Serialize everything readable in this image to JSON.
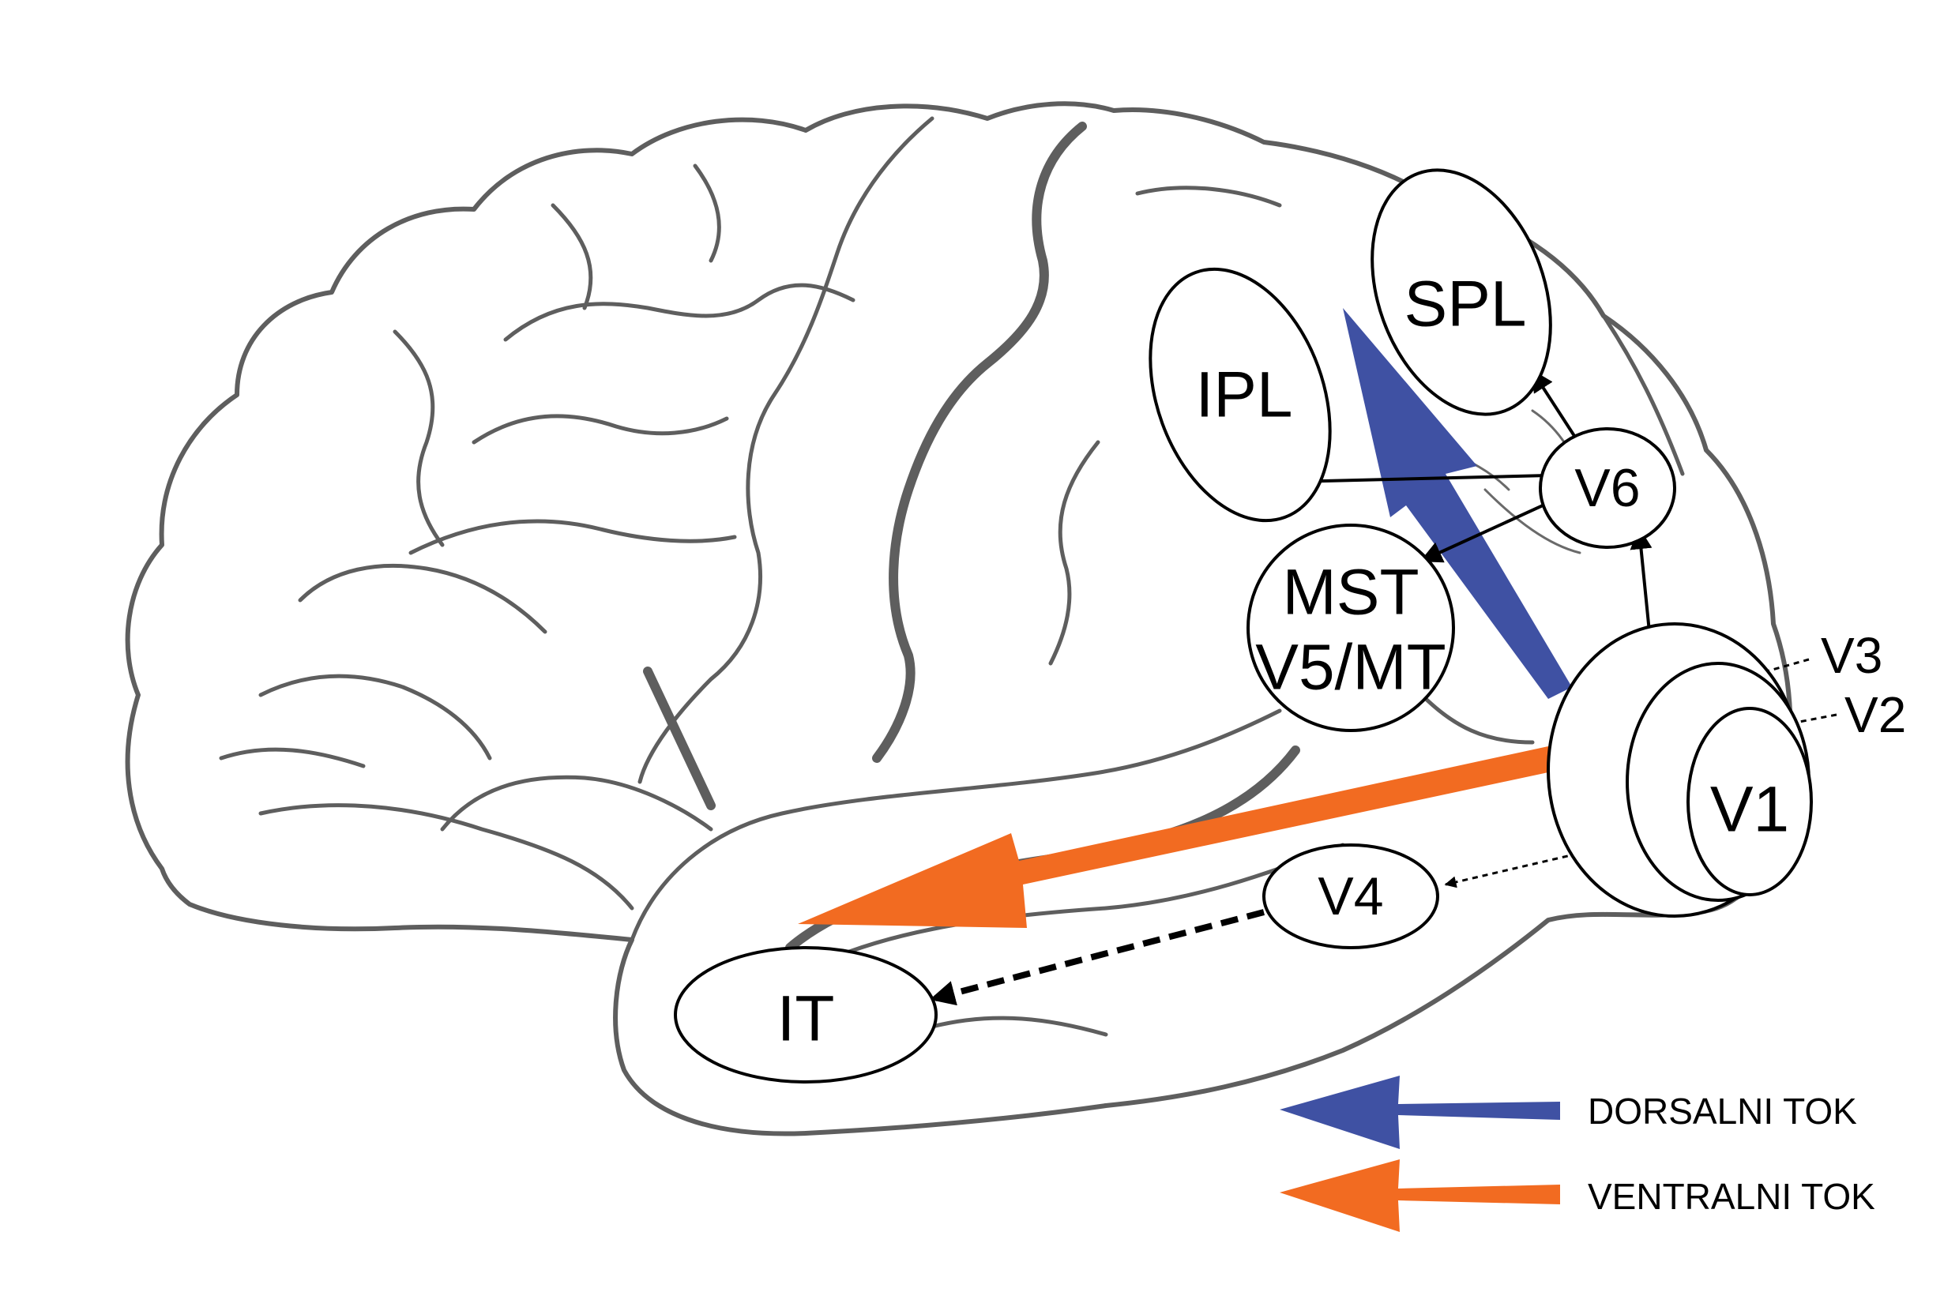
{
  "areas": {
    "spl": "SPL",
    "ipl": "IPL",
    "v6": "V6",
    "mst_line1": "MST",
    "mst_line2": "V5/MT",
    "v4": "V4",
    "it": "IT",
    "v1": "V1",
    "v2": "V2",
    "v3": "V3"
  },
  "legend": {
    "dorsal": {
      "label": "DORSALNI TOK",
      "color": "#3f51a3"
    },
    "ventral": {
      "label": "VENTRALNI TOK",
      "color": "#f26b21"
    }
  },
  "colors": {
    "brain_outline": "#5e5e5e",
    "area_stroke": "#000000",
    "background": "#ffffff"
  }
}
